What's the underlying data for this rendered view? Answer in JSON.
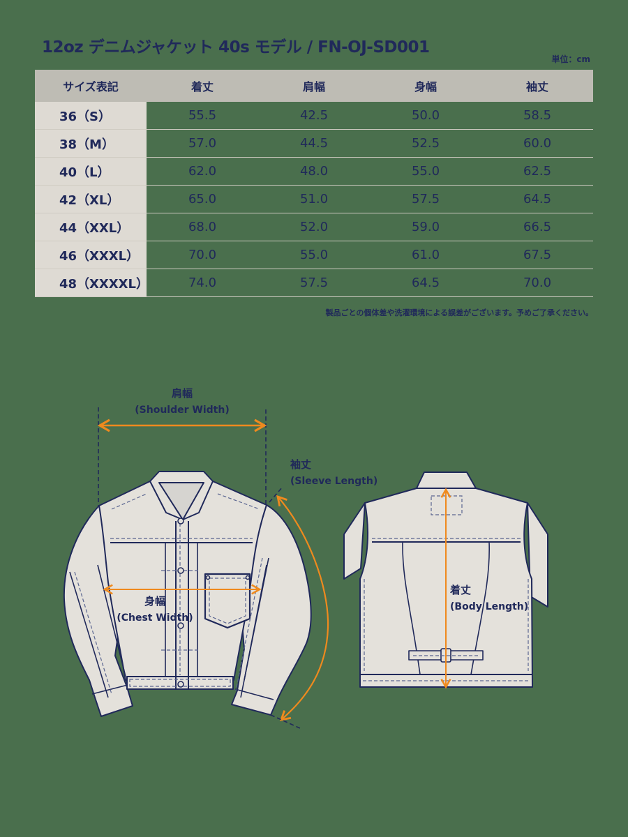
{
  "title": "12oz デニムジャケット 40s モデル / FN-OJ-SD001",
  "unit_label": "単位：cm",
  "table": {
    "headers": [
      "サイズ表記",
      "着丈",
      "肩幅",
      "身幅",
      "袖丈"
    ],
    "rows": [
      {
        "size": "36（S）",
        "values": [
          "55.5",
          "42.5",
          "50.0",
          "58.5"
        ]
      },
      {
        "size": "38（M）",
        "values": [
          "57.0",
          "44.5",
          "52.5",
          "60.0"
        ]
      },
      {
        "size": "40（L）",
        "values": [
          "62.0",
          "48.0",
          "55.0",
          "62.5"
        ]
      },
      {
        "size": "42（XL）",
        "values": [
          "65.0",
          "51.0",
          "57.5",
          "64.5"
        ]
      },
      {
        "size": "44（XXL）",
        "values": [
          "68.0",
          "52.0",
          "59.0",
          "66.5"
        ]
      },
      {
        "size": "46（XXXL）",
        "values": [
          "70.0",
          "55.0",
          "61.0",
          "67.5"
        ]
      },
      {
        "size": "48（XXXXL）",
        "values": [
          "74.0",
          "57.5",
          "64.5",
          "70.0"
        ]
      }
    ]
  },
  "note": "製品ごとの個体差や洗濯環境による誤差がございます。予めご了承ください。",
  "diagram": {
    "shoulder": {
      "jp": "肩幅",
      "en": "(Shoulder Width)"
    },
    "sleeve": {
      "jp": "袖丈",
      "en": "(Sleeve Length)"
    },
    "chest": {
      "jp": "身幅",
      "en": "(Chest Width)"
    },
    "body": {
      "jp": "着丈",
      "en": "(Body Length)"
    }
  },
  "colors": {
    "background": "#4a6f4d",
    "header_bg": "#bebcb4",
    "size_col_bg": "#dedad3",
    "text": "#20295a",
    "arrow": "#ef8a1e",
    "garment": "#e4e1db"
  }
}
